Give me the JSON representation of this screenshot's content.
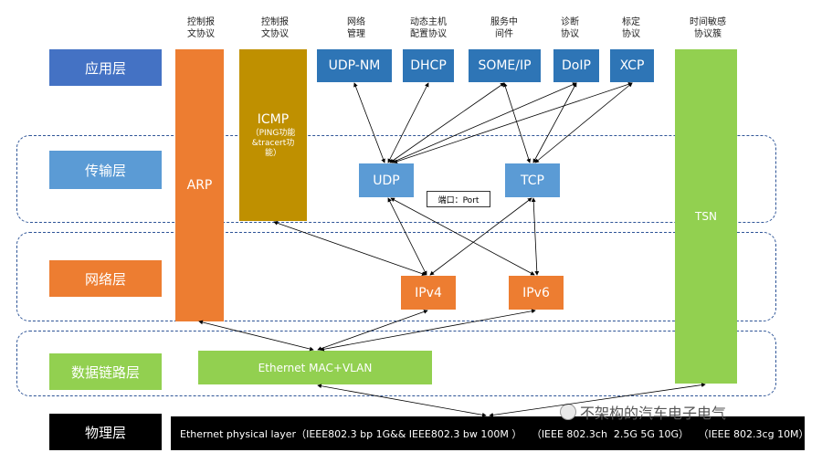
{
  "layers": {
    "application": "应用层",
    "transport": "传输层",
    "network": "网络层",
    "datalink": "数据链路层",
    "physical": "物理层"
  },
  "top_labels": {
    "arp": "控制报\n文协议",
    "icmp": "控制报\n文协议",
    "udpnm": "网络\n管理",
    "dhcp": "动态主机\n配置协议",
    "someip": "服务中\n间件",
    "doip": "诊断\n协议",
    "xcp": "标定\n协议",
    "tsn": "时间敏感\n协议簇"
  },
  "protocols": {
    "arp": "ARP",
    "icmp": "ICMP",
    "icmp_sub": "（PING功能\n&tracert功\n能）",
    "udpnm": "UDP-NM",
    "dhcp": "DHCP",
    "someip": "SOME/IP",
    "doip": "DoIP",
    "xcp": "XCP",
    "udp": "UDP",
    "tcp": "TCP",
    "ipv4": "IPv4",
    "ipv6": "IPv6",
    "ethernet": "Ethernet MAC+VLAN",
    "tsn": "TSN"
  },
  "port_note": "端口：Port",
  "physical_text": "Ethernet physical layer（IEEE802.3 bp 1G&& IEEE802.3 bw 100M ）   （IEEE 802.3ch  2.5G 5G 10G）   （IEEE 802.3cg 10M）",
  "watermark": "不架构的汽车电子电气",
  "colors": {
    "app": "#4472c4",
    "transport": "#5b9bd5",
    "network": "#ed7d31",
    "datalink": "#92d050",
    "physical": "#000000",
    "icmp": "#bf9000"
  }
}
